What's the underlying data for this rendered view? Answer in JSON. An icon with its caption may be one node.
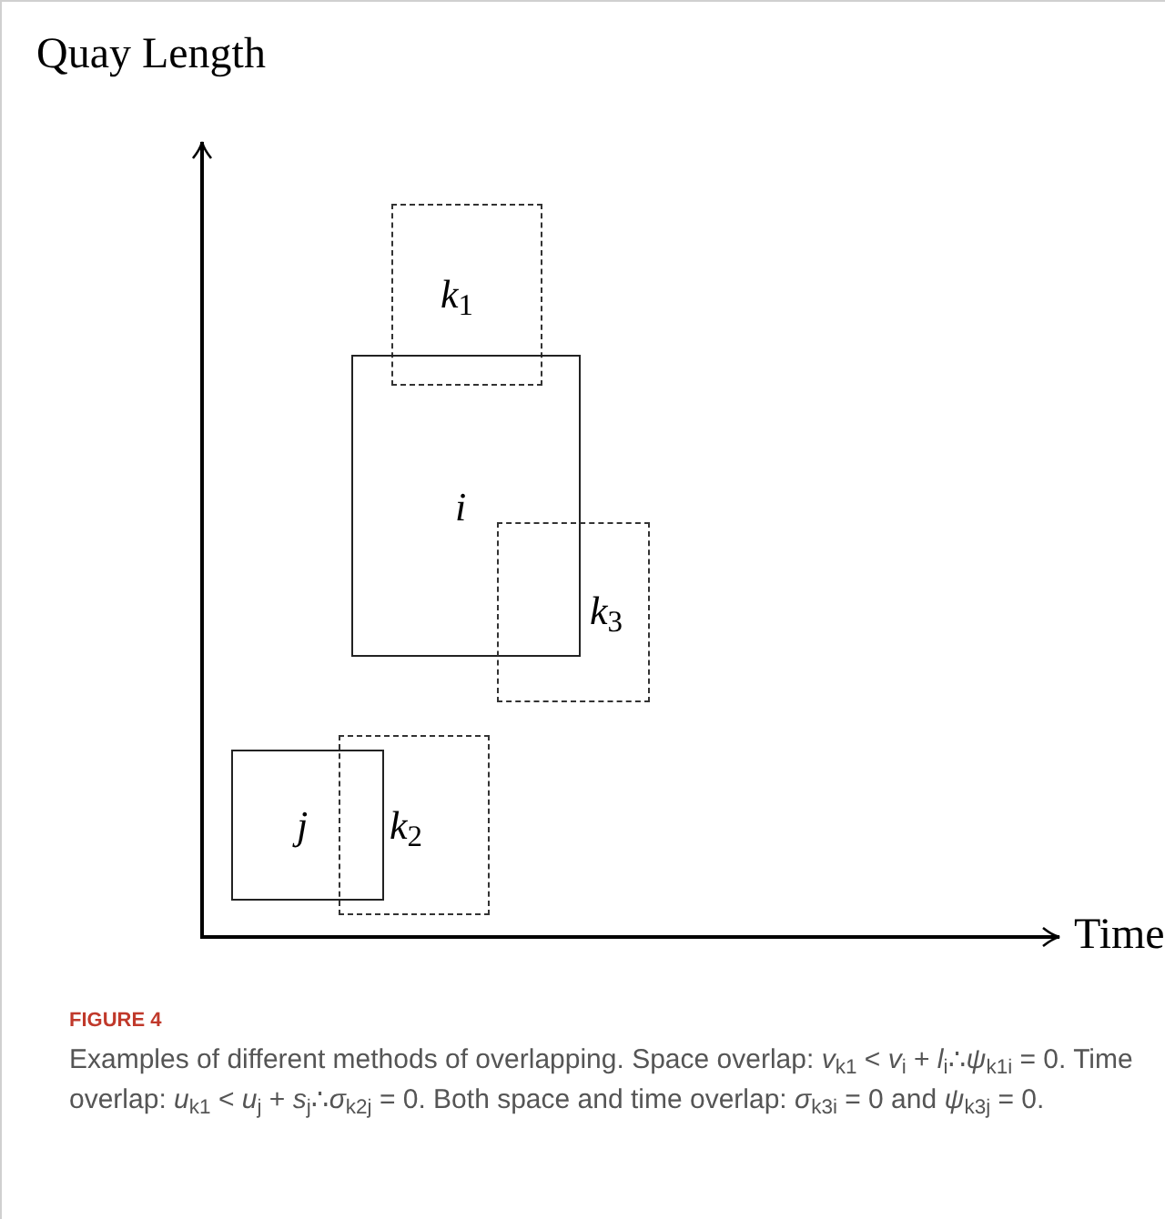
{
  "diagram": {
    "caption": "Examples of different methods of overlapping. Space overlap: *v*$_{k1}$ < *v*$_{i}$ + *l*$_{i}$∴*ψ*$_{k1i}$ = 0. Time overlap: *u*$_{k1}$ < *u*$_{j}$ + *s*$_{j}$∴*σ*$_{k2j}$ = 0. Both space and time overlap: *σ*$_{k3i}$ = 0 and *ψ*$_{k3j}$ = 0.",
    "nodes": [
      {
        "text": [
          "*k*$_{1}$"
        ]
      },
      {
        "text": [
          "*i*"
        ]
      },
      {
        "text": [
          "*k*$_{3}$"
        ]
      },
      {
        "text": [
          "*j*"
        ]
      },
      {
        "text": [
          "*k*$_{2}$"
        ]
      }
    ],
    "labels": [
      "Quay Length",
      "Time",
      "FIGURE 4"
    ]
  }
}
